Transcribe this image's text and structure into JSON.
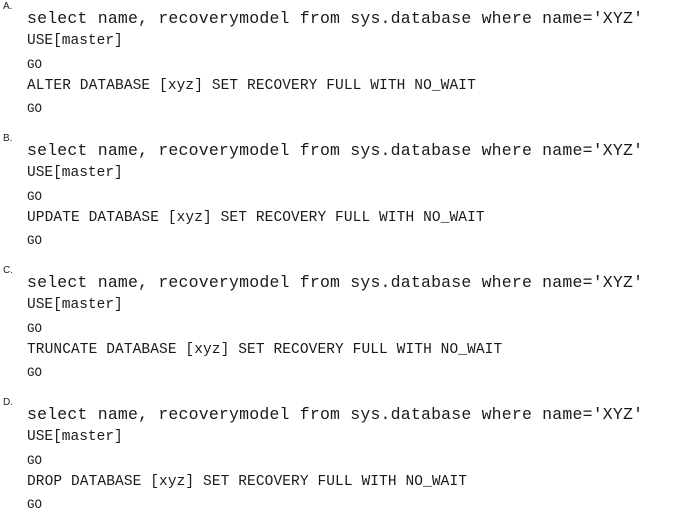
{
  "options": [
    {
      "letter": "A.",
      "lines": [
        "select name, recoverymodel from sys.database where name='XYZ'",
        "USE[master]",
        "GO",
        "ALTER DATABASE [xyz] SET RECOVERY FULL WITH NO_WAIT",
        "GO"
      ]
    },
    {
      "letter": "B.",
      "lines": [
        "select name, recoverymodel from sys.database where name='XYZ'",
        "USE[master]",
        "GO",
        "UPDATE DATABASE [xyz] SET RECOVERY FULL WITH NO_WAIT",
        "GO"
      ]
    },
    {
      "letter": "C.",
      "lines": [
        "select name, recoverymodel from sys.database where name='XYZ'",
        "USE[master]",
        "GO",
        "TRUNCATE DATABASE [xyz] SET RECOVERY FULL WITH NO_WAIT",
        "GO"
      ]
    },
    {
      "letter": "D.",
      "lines": [
        "select name, recoverymodel from sys.database where name='XYZ'",
        "USE[master]",
        "GO",
        "DROP DATABASE [xyz] SET RECOVERY FULL WITH NO_WAIT",
        "GO"
      ]
    }
  ]
}
